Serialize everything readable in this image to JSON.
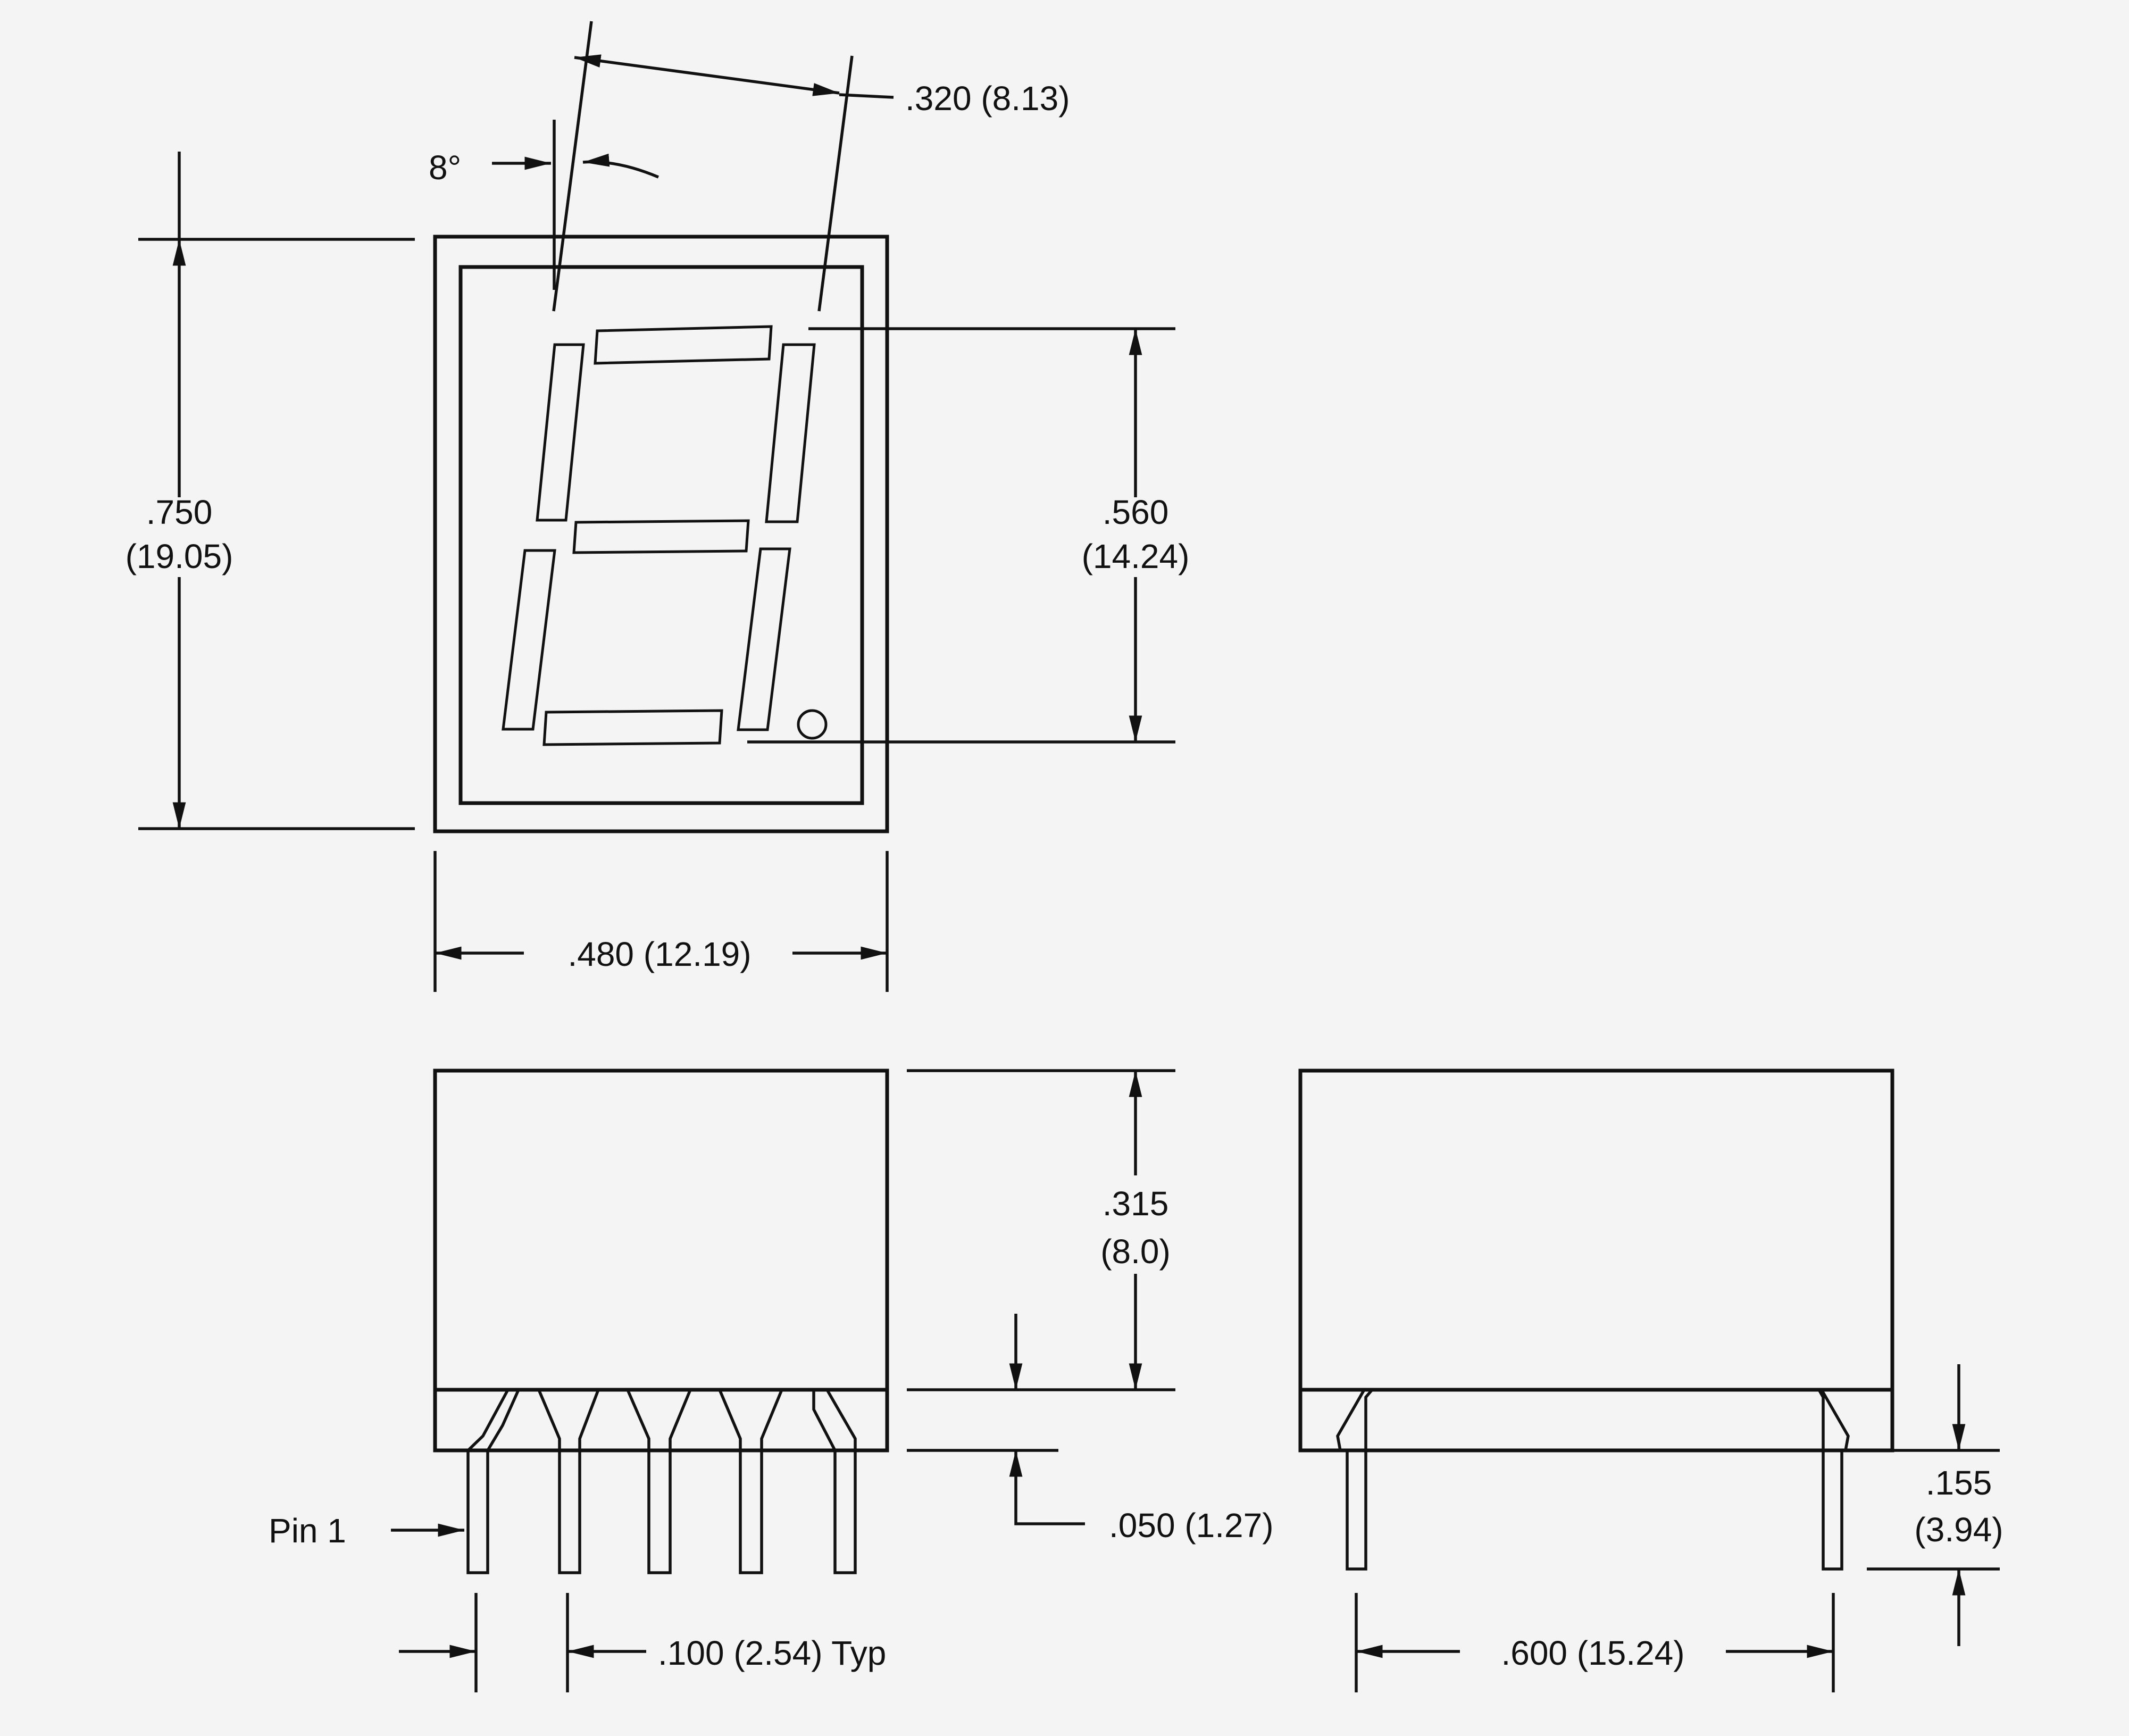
{
  "annotations": {
    "segment_pitch": ".320 (8.13)",
    "slant_angle": "8°",
    "overall_height_in": ".750",
    "overall_height_mm": "(19.05)",
    "digit_height_in": ".560",
    "digit_height_mm": "(14.24)",
    "overall_width": ".480 (12.19)",
    "body_height_in": ".315",
    "body_height_mm": "(8.0)",
    "standoff": ".050 (1.27)",
    "pin_length_in": ".155",
    "pin_length_mm": "(3.94)",
    "pin_one_label": "Pin 1",
    "pin_pitch": ".100 (2.54) Typ",
    "row_spacing": ".600 (15.24)"
  },
  "colors": {
    "ink": "#111111",
    "paper": "#f4f4f4"
  }
}
